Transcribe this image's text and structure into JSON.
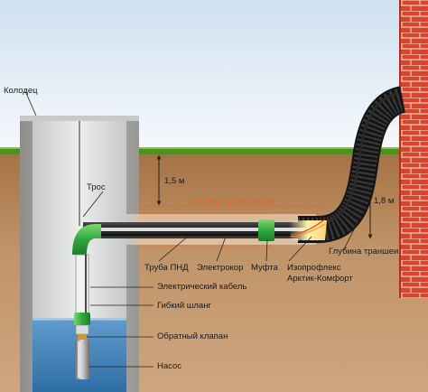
{
  "labels": {
    "well": "Колодец",
    "cable": "Трос",
    "depth_top": "1,5 м",
    "depth_right": "1,8 м",
    "frost_line": "Глубина промерзания",
    "pnd_pipe": "Труба ПНД",
    "heating_cable": "Электрокор",
    "coupling": "Муфта",
    "insulation_line1": "Изопрофлекс",
    "insulation_line2": "Арктик-Комфорт",
    "trench_depth": "Глубина траншеи",
    "electric_cable": "Электрический кабель",
    "flexible_hose": "Гибкий шланг",
    "check_valve": "Обратный клапан",
    "pump": "Насос"
  },
  "colors": {
    "sky_top": "#d6e5f2",
    "sky_bottom": "#f7fafc",
    "grass": "#4c8a1c",
    "soil": "#b88a5d",
    "well_wall": "#a9aaa7",
    "water": "#3a7bb2",
    "brick": "#d9442b",
    "pipe_green": "#39b54a",
    "frost_line": "#e8641c"
  }
}
